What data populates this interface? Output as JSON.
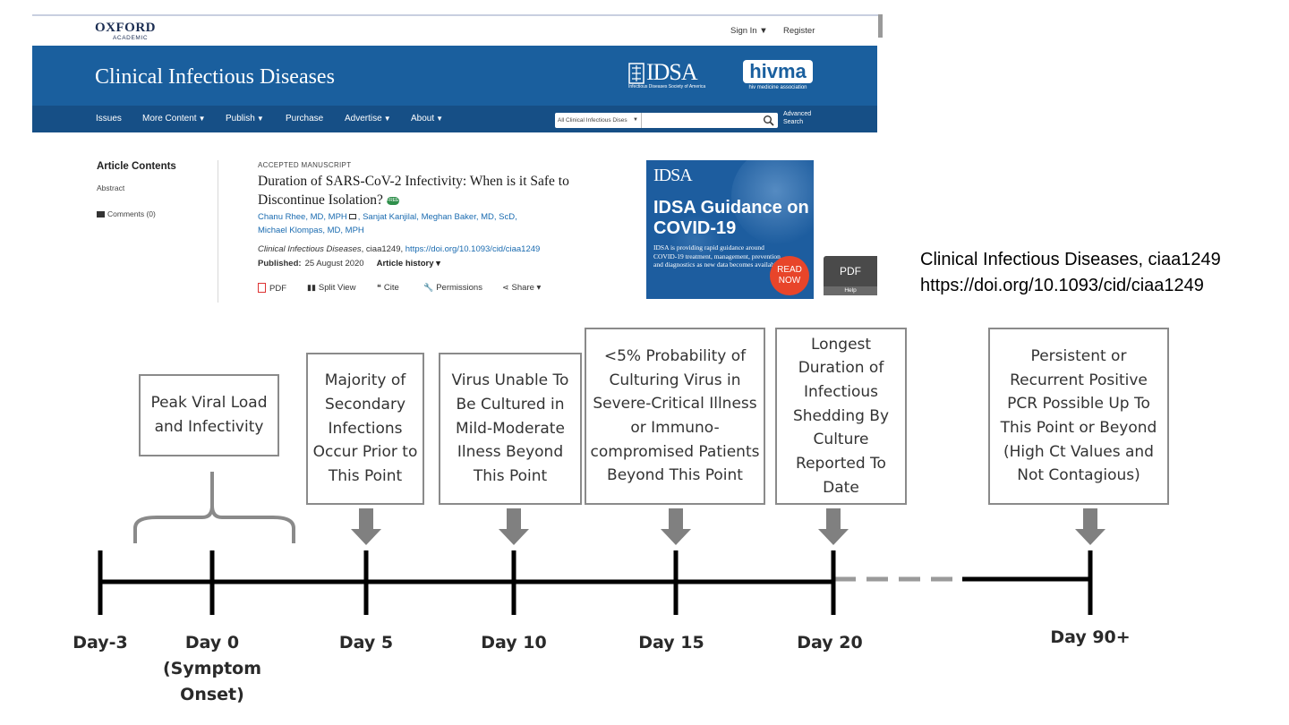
{
  "journal_page": {
    "publisher_logo": {
      "line1": "OXFORD",
      "line2": "ACADEMIC"
    },
    "header_links": {
      "sign_in": "Sign In ▼",
      "register": "Register"
    },
    "journal_title": "Clinical Infectious Diseases",
    "partner_logos": {
      "idsa": {
        "name": "IDSA",
        "subtitle": "Infectious Diseases Society of America"
      },
      "hivma": {
        "name": "hivma",
        "subtitle": "hiv medicine association"
      }
    },
    "nav": {
      "items": [
        "Issues",
        "More Content",
        "Publish",
        "Purchase",
        "Advertise",
        "About"
      ],
      "dropdown_flags": [
        false,
        true,
        true,
        false,
        true,
        true
      ],
      "caret": "▼",
      "search_scope": "All Clinical Infectious Dises",
      "search_value": "",
      "advanced_search": "Advanced Search"
    },
    "sidebar": {
      "heading": "Article Contents",
      "items": [
        "Abstract",
        "Comments (0)"
      ]
    },
    "article": {
      "status_label": "ACCEPTED MANUSCRIPT",
      "title": "Duration of SARS-CoV-2 Infectivity: When is it Safe to Discontinue Isolation?",
      "free_badge": "FREE",
      "authors": [
        "Chanu Rhee, MD, MPH",
        "Sanjat Kanjilal",
        "Meghan Baker, MD, ScD",
        "Michael Klompas, MD, MPH"
      ],
      "journal_name": "Clinical Infectious Diseases",
      "article_id": ", ciaa1249, ",
      "doi": "https://doi.org/10.1093/cid/ciaa1249",
      "published_label": "Published:",
      "published_date": "25 August 2020",
      "article_history": "Article history ▾"
    },
    "tools": [
      "PDF",
      "Split View",
      "Cite",
      "Permissions",
      "Share ▾"
    ],
    "advert": {
      "logo": "IDSA",
      "headline": "IDSA Guidance on COVID-19",
      "body": "IDSA is providing rapid guidance around COVID-19 treatment, management, prevention, and diagnostics as new data becomes available.",
      "cta": "READ NOW"
    },
    "pdf_float": {
      "label": "PDF",
      "help": "Help"
    }
  },
  "citation_note": {
    "line1": "Clinical Infectious Diseases, ciaa1249",
    "line2": "https://doi.org/10.1093/cid/ciaa1249"
  },
  "timeline": {
    "days": [
      "Day-3",
      "Day 0",
      "(Symptom",
      "Onset)",
      "Day 5",
      "Day 10",
      "Day 15",
      "Day 20",
      "Day 90+"
    ],
    "boxes": [
      "Peak Viral Load and Infectivity",
      "Majority of Secondary Infections Occur Prior to This Point",
      "Virus Unable To Be Cultured in Mild-Moderate Ilness Beyond This Point",
      "<5% Probability of Culturing Virus in Severe-Critical Illness or Immuno-compromised Patients Beyond This Point",
      "Longest Duration of Infectious Shedding By Culture Reported To Date",
      "Persistent or Recurrent Positive PCR Possible Up To This Point or Beyond (High Ct Values and Not Contagious)"
    ],
    "colors": {
      "axis": "#000000",
      "arrow": "#808080",
      "dash": "#9a9a9a",
      "box_border": "#8a8a8a"
    }
  }
}
